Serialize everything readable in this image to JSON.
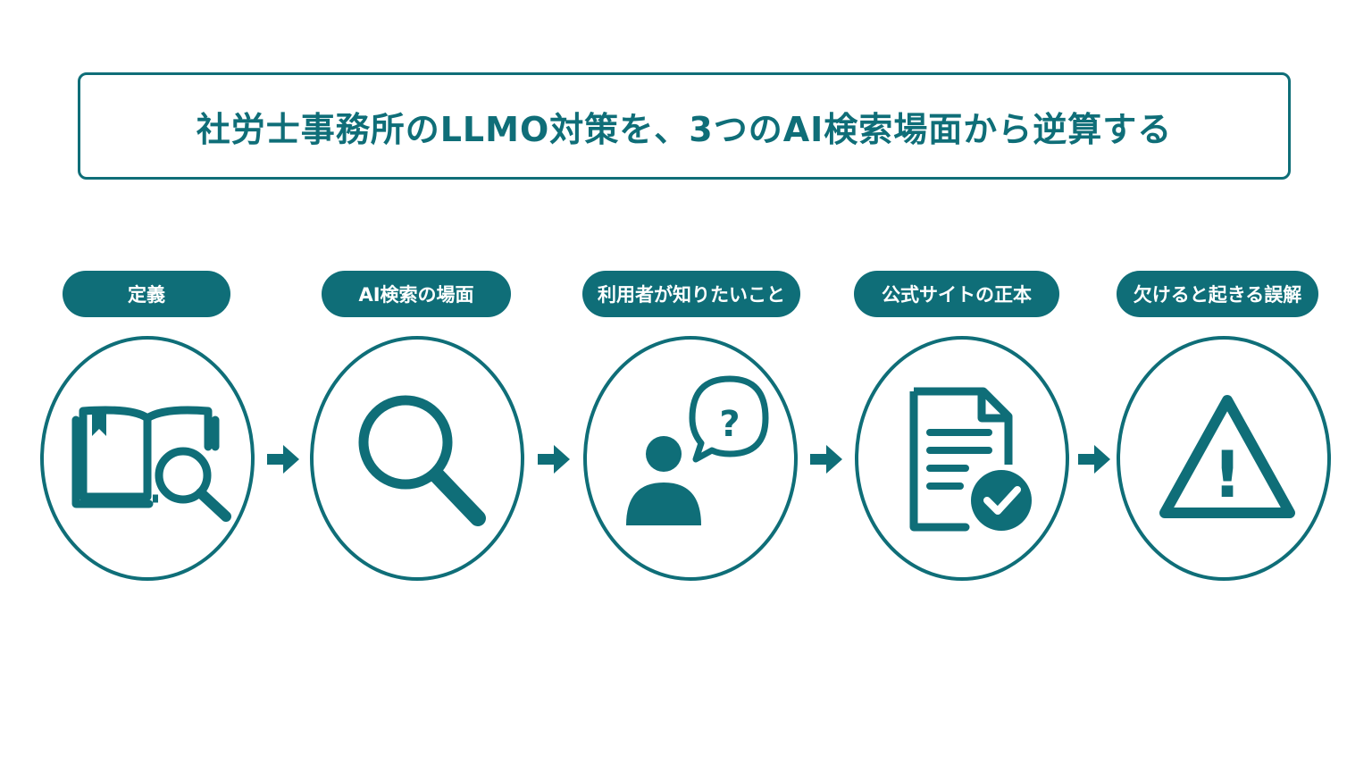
{
  "title": "社労士事務所のLLMO対策を、3つのAI検索場面から逆算する",
  "accent_color": "#0f6e78",
  "steps": [
    {
      "label": "定義",
      "icon": "book-search-icon"
    },
    {
      "label": "AI検索の場面",
      "icon": "magnifier-icon"
    },
    {
      "label": "利用者が知りたいこと",
      "icon": "user-question-icon"
    },
    {
      "label": "公式サイトの正本",
      "icon": "document-check-icon"
    },
    {
      "label": "欠けると起きる誤解",
      "icon": "warning-icon"
    }
  ],
  "question_mark": "?",
  "exclamation_mark": "!"
}
